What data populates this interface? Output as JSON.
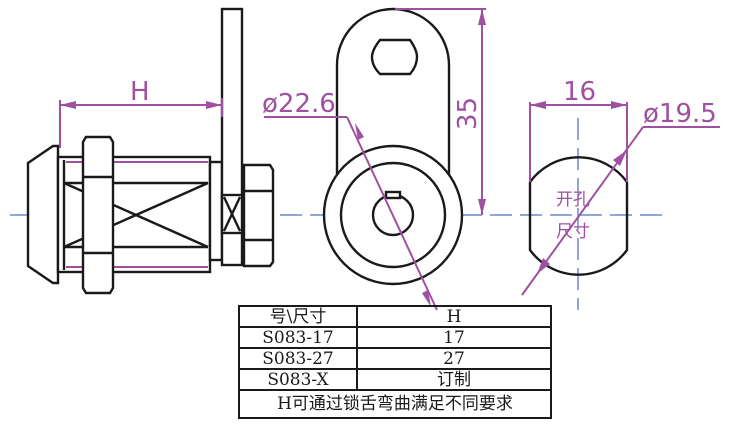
{
  "drawing": {
    "dim_h": "H",
    "dim_diameter_cam": "ø22.6",
    "dim_height": "35",
    "dim_width": "16",
    "dim_diameter_cutout": "ø19.5",
    "cutout_label_line1": "开孔",
    "cutout_label_line2": "尺寸"
  },
  "table": {
    "header": [
      "号\\尺寸",
      "H"
    ],
    "rows": [
      [
        "S083-17",
        "17"
      ],
      [
        "S083-27",
        "27"
      ],
      [
        "S083-X",
        "订制"
      ]
    ],
    "note": "H可通过锁舌弯曲满足不同要求"
  },
  "colors": {
    "dimension": "#a050a0",
    "centerline": "#6a8cc8",
    "outline": "#1a1a1a"
  }
}
